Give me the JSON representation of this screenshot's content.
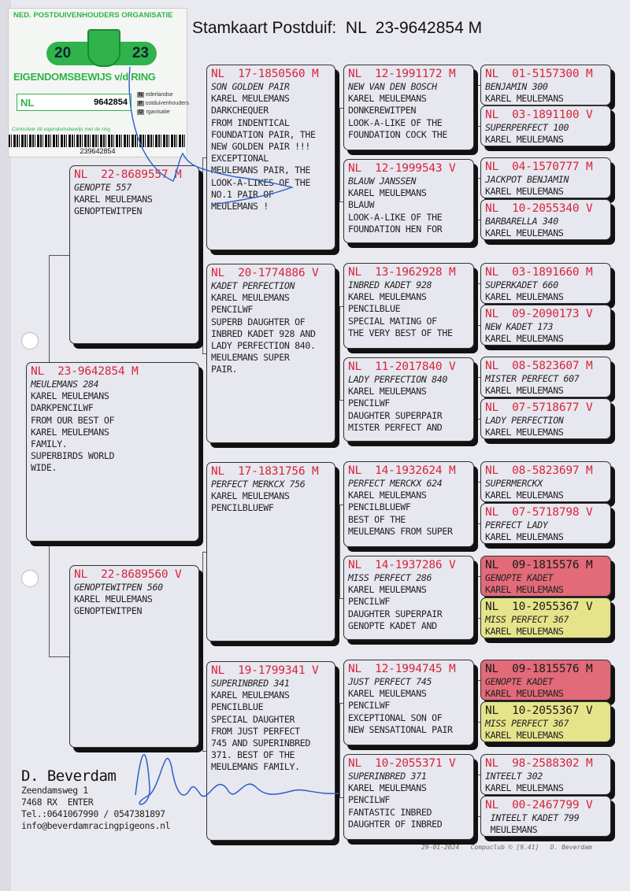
{
  "title": "Stamkaart Postduif:  NL  23-9642854 M",
  "sticker": {
    "organisation": "NED. POSTDUIVENHOUDERS ORGANISATIE",
    "year_left": "20",
    "year_right": "23",
    "heading": "EIGENDOMSBEWIJS v/d RING",
    "country": "NL",
    "ring_number": "9642854",
    "npo_lines": [
      "ederlandse",
      "ostduivenhouders",
      "rganisatie"
    ],
    "control_text": "Controleer dit eigendomsbewijs met de ring",
    "barcode_number": "239642854"
  },
  "pedigree": [
    {
      "ring": "NL  23-9642854 M",
      "name": "MEULEMANS 284",
      "breeder": "KAREL MEULEMANS",
      "notes": [
        "DARKPENCILWF",
        "FROM OUR BEST OF",
        "KAREL MEULEMANS",
        "FAMILY.",
        "SUPERBIRDS WORLD",
        "WIDE."
      ]
    },
    {
      "ring": "NL  22-8689557 M",
      "name": "GENOPTE 557",
      "breeder": "KAREL MEULEMANS",
      "notes": [
        "GENOPTEWITPEN"
      ]
    },
    {
      "ring": "NL  22-8689560 V",
      "name": "GENOPTEWITPEN 560",
      "breeder": "KAREL MEULEMANS",
      "notes": [
        "GENOPTEWITPEN"
      ]
    },
    {
      "ring": "NL  17-1850560 M",
      "name": "SON GOLDEN PAIR",
      "breeder": "KAREL MEULEMANS",
      "notes": [
        "DARKCHEQUER",
        "FROM INDENTICAL",
        "FOUNDATION PAIR, THE",
        "NEW GOLDEN PAIR !!!",
        "EXCEPTIONAL",
        "MEULEMANS PAIR, THE",
        "LOOK-A-LIKES OF THE",
        "NO.1 PAIR OF",
        "MEULEMANS !"
      ]
    },
    {
      "ring": "NL  20-1774886 V",
      "name": "KADET PERFECTION",
      "breeder": "KAREL MEULEMANS",
      "notes": [
        "PENCILWF",
        "SUPERB DAUGHTER OF",
        "INBRED KADET 928 AND",
        "LADY PERFECTION 840.",
        "MEULEMANS SUPER",
        "PAIR."
      ]
    },
    {
      "ring": "NL  17-1831756 M",
      "name": "PERFECT MERKCX 756",
      "breeder": "KAREL MEULEMANS",
      "notes": [
        "PENCILBLUEWF"
      ]
    },
    {
      "ring": "NL  19-1799341 V",
      "name": "SUPERINBRED 341",
      "breeder": "KAREL MEULEMANS",
      "notes": [
        "PENCILBLUE",
        "SPECIAL DAUGHTER",
        "FROM JUST PERFECT",
        "745 AND SUPERINBRED",
        "371. BEST OF THE",
        "MEULEMANS FAMILY."
      ]
    },
    {
      "ring": "NL  12-1991172 M",
      "name": "NEW VAN DEN BOSCH",
      "breeder": "KAREL MEULEMANS",
      "notes": [
        "DONKEREWITPEN",
        "LOOK-A-LIKE OF THE",
        "FOUNDATION COCK THE"
      ]
    },
    {
      "ring": "NL  12-1999543 V",
      "name": "BLAUW JANSSEN",
      "breeder": "KAREL MEULEMANS",
      "notes": [
        "BLAUW",
        "LOOK-A-LIKE OF THE",
        "FOUNDATION HEN FOR"
      ]
    },
    {
      "ring": "NL  13-1962928 M",
      "name": "INBRED KADET 928",
      "breeder": "KAREL MEULEMANS",
      "notes": [
        "PENCILBLUE",
        "SPECIAL MATING OF",
        "THE VERY BEST OF THE"
      ]
    },
    {
      "ring": "NL  11-2017840 V",
      "name": "LADY PERFECTION 840",
      "breeder": "KAREL MEULEMANS",
      "notes": [
        "PENCILWF",
        "DAUGHTER SUPERPAIR",
        "MISTER PERFECT AND"
      ]
    },
    {
      "ring": "NL  14-1932624 M",
      "name": "PERFECT MERCKX 624",
      "breeder": "KAREL MEULEMANS",
      "notes": [
        "PENCILBLUEWF",
        "BEST OF THE",
        "MEULEMANS FROM SUPER"
      ]
    },
    {
      "ring": "NL  14-1937286 V",
      "name": "MISS PERFECT 286",
      "breeder": "KAREL MEULEMANS",
      "notes": [
        "PENCILWF",
        "DAUGHTER SUPERPAIR",
        "GENOPTE KADET AND"
      ]
    },
    {
      "ring": "NL  12-1994745 M",
      "name": "JUST PERFECT 745",
      "breeder": "KAREL MEULEMANS",
      "notes": [
        "PENCILWF",
        "EXCEPTIONAL SON OF",
        "NEW SENSATIONAL PAIR"
      ]
    },
    {
      "ring": "NL  10-2055371 V",
      "name": "SUPERINBRED 371",
      "breeder": "KAREL MEULEMANS",
      "notes": [
        "PENCILWF",
        "FANTASTIC INBRED",
        "DAUGHTER OF INBRED"
      ]
    },
    {
      "ring": "NL  01-5157300 M",
      "name": "BENJAMIN 300",
      "breeder": "KAREL MEULEMANS",
      "notes": []
    },
    {
      "ring": "NL  03-1891100 V",
      "name": "SUPERPERFECT 100",
      "breeder": "KAREL MEULEMANS",
      "notes": []
    },
    {
      "ring": "NL  04-1570777 M",
      "name": "JACKPOT BENJAMIN",
      "breeder": "KAREL MEULEMANS",
      "notes": []
    },
    {
      "ring": "NL  10-2055340 V",
      "name": "BARBARELLA 340",
      "breeder": "KAREL MEULEMANS",
      "notes": []
    },
    {
      "ring": "NL  03-1891660 M",
      "name": "SUPERKADET 660",
      "breeder": "KAREL MEULEMANS",
      "notes": []
    },
    {
      "ring": "NL  09-2090173 V",
      "name": "NEW KADET 173",
      "breeder": "KAREL MEULEMANS",
      "notes": []
    },
    {
      "ring": "NL  08-5823607 M",
      "name": "MISTER PERFECT 607",
      "breeder": "KAREL MEULEMANS",
      "notes": []
    },
    {
      "ring": "NL  07-5718677 V",
      "name": "LADY PERFECTION",
      "breeder": "KAREL MEULEMANS",
      "notes": []
    },
    {
      "ring": "NL  08-5823697 M",
      "name": "SUPERMERCKX",
      "breeder": "KAREL MEULEMANS",
      "notes": []
    },
    {
      "ring": "NL  07-5718798 V",
      "name": "PERFECT LADY",
      "breeder": "KAREL MEULEMANS",
      "notes": []
    },
    {
      "ring": "NL  09-1815576 M",
      "name": "GENOPTE KADET",
      "breeder": "KAREL MEULEMANS",
      "notes": [],
      "highlight": "#e26a79"
    },
    {
      "ring": "NL  10-2055367 V",
      "name": "MISS PERFECT 367",
      "breeder": "KAREL MEULEMANS",
      "notes": [],
      "highlight": "#e6e48a"
    },
    {
      "ring": "NL  09-1815576 M",
      "name": "GENOPTE KADET",
      "breeder": "KAREL MEULEMANS",
      "notes": [],
      "highlight": "#e26a79"
    },
    {
      "ring": "NL  10-2055367 V",
      "name": "MISS PERFECT 367",
      "breeder": "KAREL MEULEMANS",
      "notes": [],
      "highlight": "#e6e48a"
    },
    {
      "ring": "NL  98-2588302 M",
      "name": "INTEELT 302",
      "breeder": "KAREL MEULEMANS",
      "notes": []
    },
    {
      "ring": "NL  00-2467799 V",
      "name": " INTEELT KADET 799",
      "breeder": " MEULEMANS",
      "notes": []
    }
  ],
  "sender": {
    "name": "D. Beverdam",
    "lines": [
      "Zeendamsweg 1",
      "7468 RX  ENTER",
      "Tel.:0641067990 / 0547381897",
      "info@beverdamracingpigeons.nl"
    ]
  },
  "footer": "29-01-2024   Compuclub © [9.41]   D. Beverdam",
  "colors": {
    "ring_red": "#d8243a",
    "highlight_red": "#e26a79",
    "highlight_yellow": "#e6e48a",
    "sticker_green": "#2fb34a"
  }
}
